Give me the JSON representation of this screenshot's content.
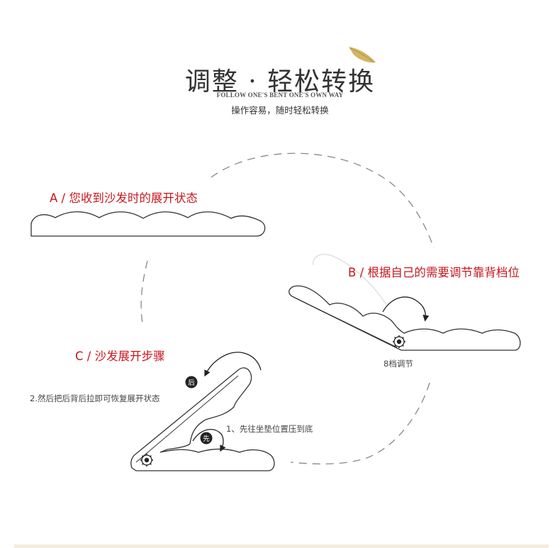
{
  "header": {
    "title": "调整 · 轻松转换",
    "subtitle_en": "FOLLOW ONE'S BENT ONE'S OWN WAY",
    "subtitle_cn": "操作容易，随时轻松转换"
  },
  "states": {
    "a_label": "A / 您收到沙发时的展开状态",
    "b_label": "B / 根据自己的需要调节靠背档位",
    "b_note": "8档调节",
    "c_label": "C / 沙发展开步骤",
    "c_step1": "1、先往坐垫位置压到底",
    "c_step2": "2.然后把后背后拉即可恢复展开状态",
    "badge_first": "先",
    "badge_after": "后"
  },
  "colors": {
    "accent_red": "#c8161d",
    "line": "#333333",
    "dashed": "#888888"
  }
}
